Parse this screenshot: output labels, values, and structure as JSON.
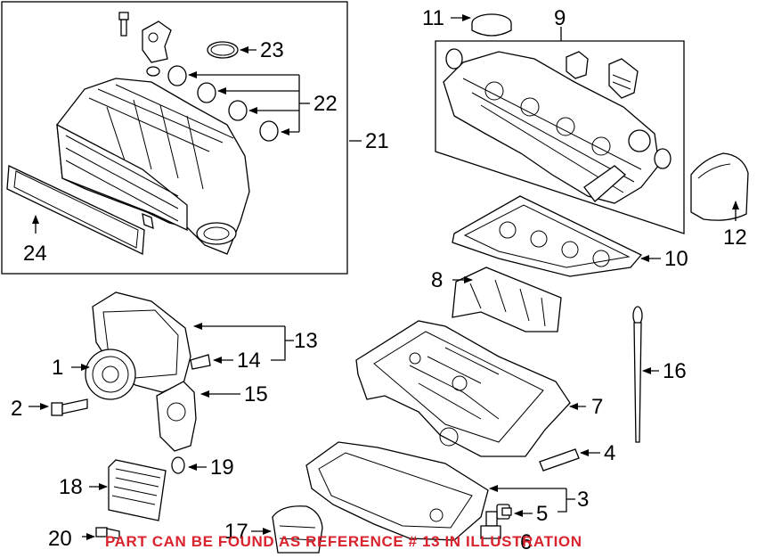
{
  "diagram": {
    "callouts": {
      "c1": "1",
      "c2": "2",
      "c3": "3",
      "c4": "4",
      "c5": "5",
      "c6": "6",
      "c7": "7",
      "c8": "8",
      "c9": "9",
      "c10": "10",
      "c11": "11",
      "c12": "12",
      "c13": "13",
      "c14": "14",
      "c15": "15",
      "c16": "16",
      "c17": "17",
      "c18": "18",
      "c19": "19",
      "c20": "20",
      "c21": "21",
      "c22": "22",
      "c23": "23",
      "c24": "24"
    },
    "footer_note": "PART CAN BE FOUND AS REFERENCE # 13 IN ILLUSTRATION",
    "colors": {
      "line": "#000000",
      "note": "#d9232e",
      "background": "#ffffff"
    }
  }
}
